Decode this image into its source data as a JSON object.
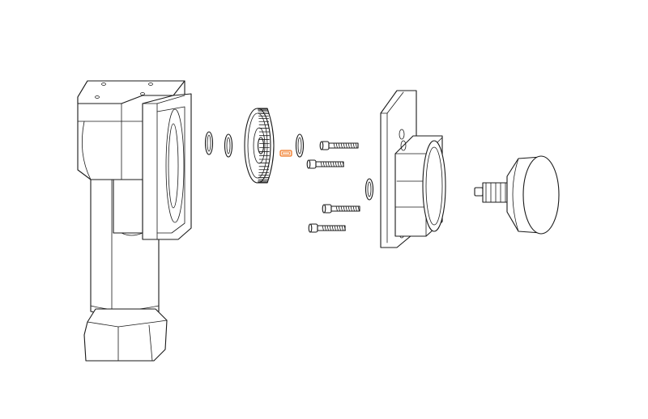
{
  "diagram": {
    "type": "exploded-assembly-view",
    "background": "#ffffff",
    "line_color": "#1a1a1a",
    "highlight_color": "#f07a28",
    "parts": [
      {
        "id": "main-housing",
        "highlighted": false
      },
      {
        "id": "retaining-ring-left-1",
        "highlighted": false
      },
      {
        "id": "retaining-ring-left-2",
        "highlighted": false
      },
      {
        "id": "spur-gear",
        "highlighted": false
      },
      {
        "id": "retaining-ring-right",
        "highlighted": false
      },
      {
        "id": "key",
        "highlighted": true
      },
      {
        "id": "cap-screw",
        "highlighted": false
      },
      {
        "id": "cover-plate",
        "highlighted": false
      },
      {
        "id": "retaining-ring-cover",
        "highlighted": false
      },
      {
        "id": "knob-with-splined-shaft",
        "highlighted": false
      }
    ]
  }
}
